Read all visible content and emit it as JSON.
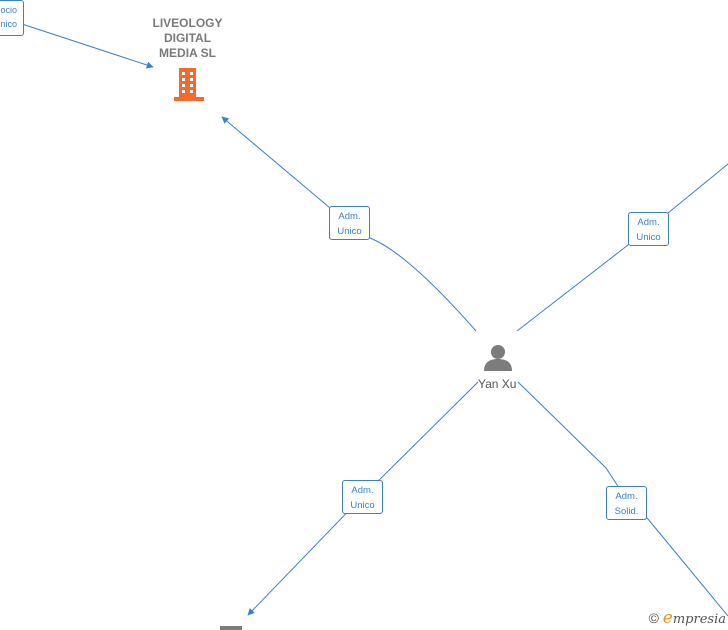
{
  "company": {
    "name_lines": [
      "LIVEOLOGY",
      "DIGITAL",
      "MEDIA  SL"
    ],
    "icon": "building-icon",
    "icon_color": "#f26a2e"
  },
  "person": {
    "name": "Yan Xu",
    "icon": "person-icon",
    "icon_color": "#7c7c7c"
  },
  "edges": {
    "top_left_partial": [
      "ocio",
      "nico"
    ],
    "to_company": [
      "Adm.",
      "Unico"
    ],
    "to_top_right": [
      "Adm.",
      "Unico"
    ],
    "to_bottom_left": [
      "Adm.",
      "Unico"
    ],
    "to_bottom_right": [
      "Adm.",
      "Solid."
    ]
  },
  "watermark": {
    "copyright": "©",
    "e_letter": "e",
    "brand_rest": "mpresia"
  },
  "colors": {
    "edge": "#3b7fd1",
    "node_text": "#7a7a7a"
  }
}
